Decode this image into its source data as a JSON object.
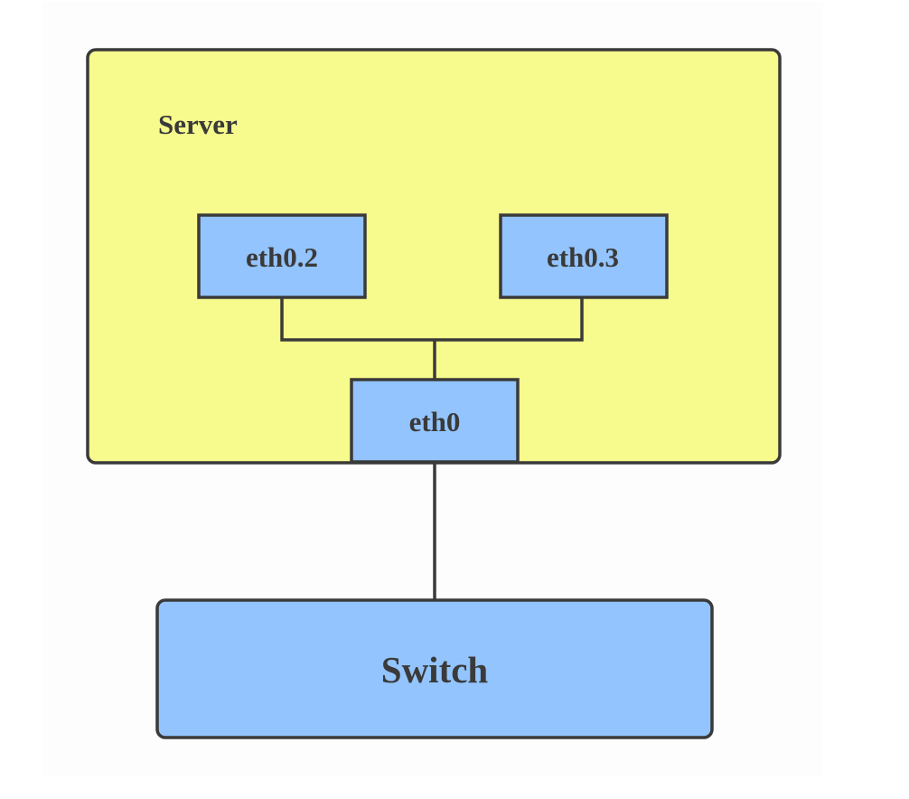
{
  "server": {
    "label": "Server",
    "fill": "#f7fa8c"
  },
  "interfaces": {
    "eth0_2": "eth0.2",
    "eth0_3": "eth0.3",
    "eth0": "eth0",
    "fill": "#93c4fd"
  },
  "switch": {
    "label": "Switch",
    "fill": "#93c4fd"
  },
  "colors": {
    "stroke": "#3a3a3a",
    "canvas": "#fdfdfd"
  }
}
